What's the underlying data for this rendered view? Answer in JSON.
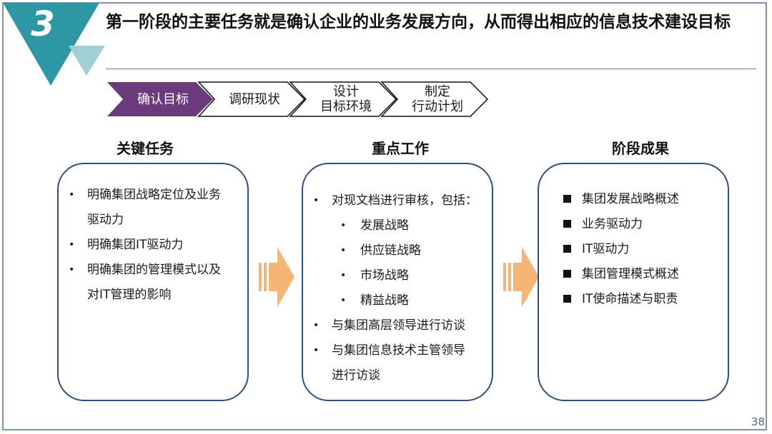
{
  "slide": {
    "number": "3",
    "title": "第一阶段的主要任务就是确认企业的业务发展方向，从而得出相应的信息技术建设目标",
    "page_number": "38"
  },
  "steps": [
    {
      "label": "确认目标",
      "active": true
    },
    {
      "label": "调研现状",
      "active": false
    },
    {
      "label": "设计\n目标环境",
      "active": false
    },
    {
      "label": "制定\n行动计划",
      "active": false
    }
  ],
  "columns": {
    "tasks": {
      "heading": "关键任务",
      "items": [
        "明确集团战略定位及业务",
        "驱动力",
        "明确集团IT驱动力",
        "明确集团的管理模式以及",
        "对IT管理的影响"
      ]
    },
    "work": {
      "heading": "重点工作",
      "items": [
        "对现文档进行审核，包括：",
        "发展战略",
        "供应链战略",
        "市场战略",
        "精益战略",
        "与集团高层领导进行访谈",
        "与集团信息技术主管领导",
        "进行访谈"
      ]
    },
    "results": {
      "heading": "阶段成果",
      "items": [
        "集团发展战略概述",
        "业务驱动力",
        "IT驱动力",
        "集团管理模式概述",
        "IT使命描述与职责"
      ]
    }
  },
  "colors": {
    "teal": "#2e97a4",
    "light_teal": "#9fd0d4",
    "active_step": "#6b3a7d",
    "box_border": "#2e4f86",
    "arrow": "#f5b675"
  }
}
